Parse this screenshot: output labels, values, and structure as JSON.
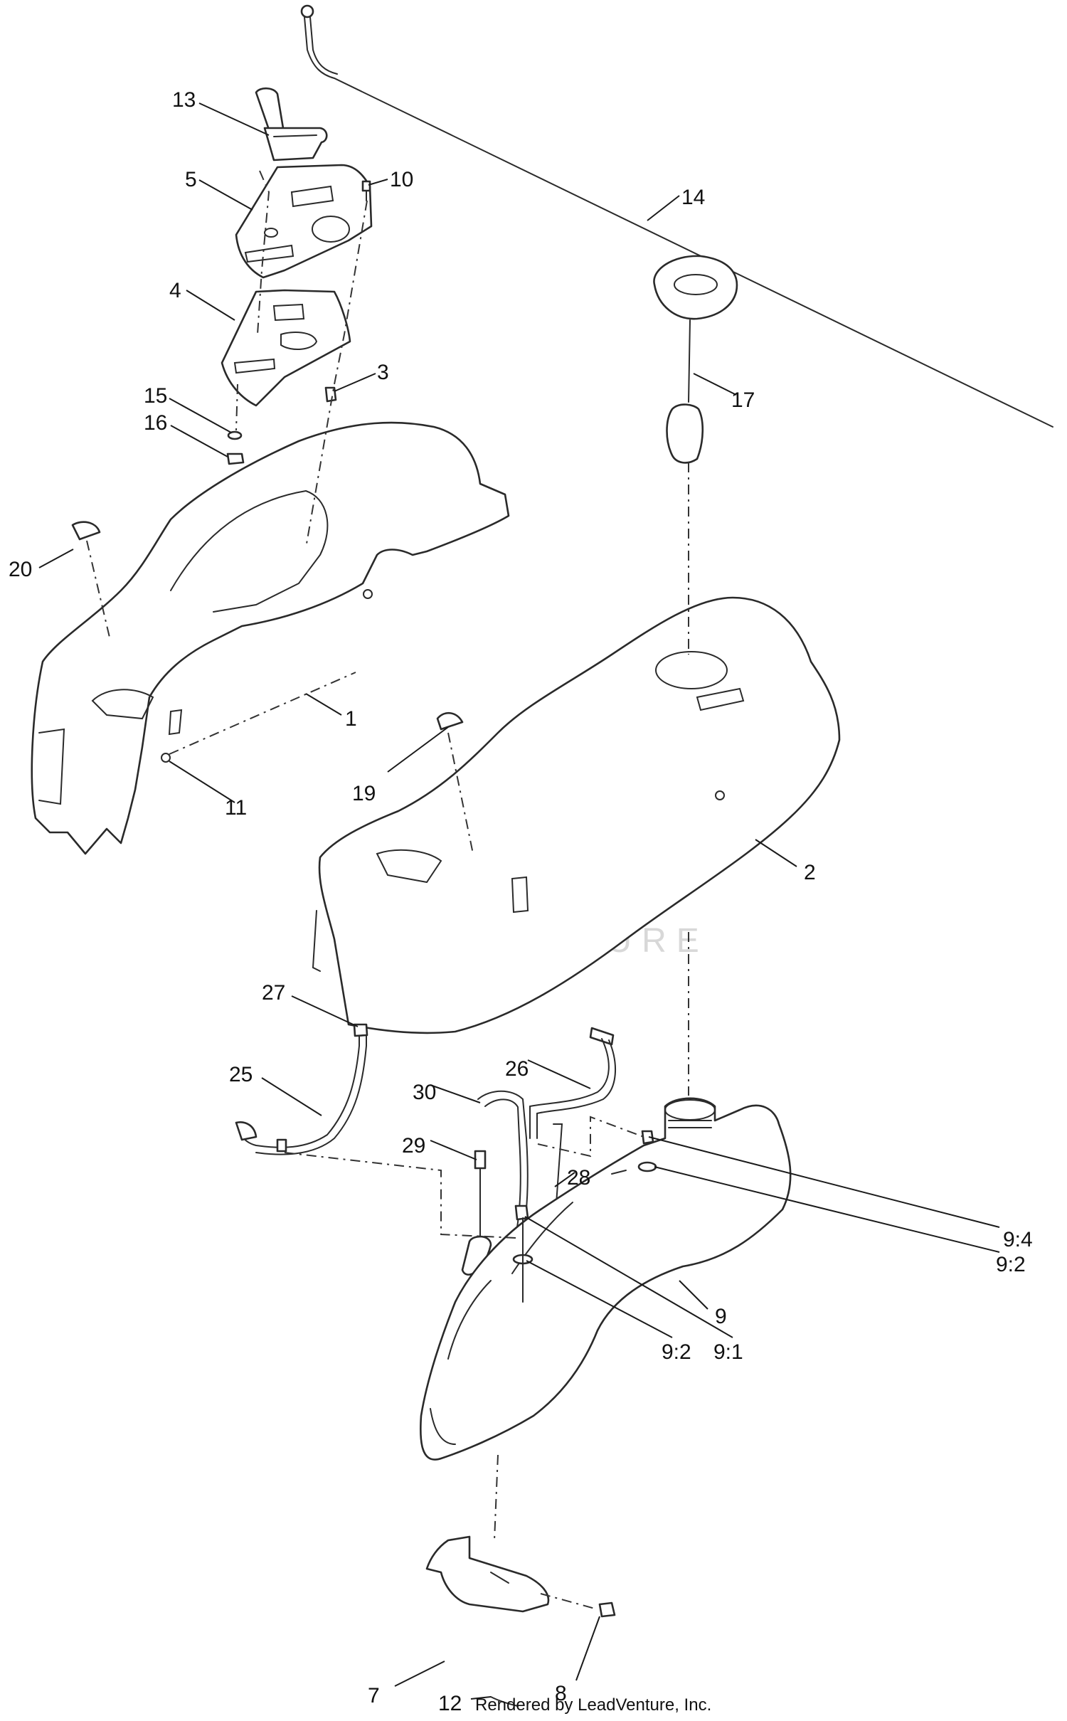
{
  "watermark": {
    "text": "LEADVENTURE"
  },
  "footer": {
    "text": "Rendered by LeadVenture, Inc."
  },
  "callouts": [
    {
      "id": "13",
      "text": "13"
    },
    {
      "id": "5",
      "text": "5"
    },
    {
      "id": "10",
      "text": "10"
    },
    {
      "id": "14",
      "text": "14"
    },
    {
      "id": "4",
      "text": "4"
    },
    {
      "id": "3",
      "text": "3"
    },
    {
      "id": "17",
      "text": "17"
    },
    {
      "id": "15",
      "text": "15"
    },
    {
      "id": "16",
      "text": "16"
    },
    {
      "id": "20",
      "text": "20"
    },
    {
      "id": "1",
      "text": "1"
    },
    {
      "id": "19",
      "text": "19"
    },
    {
      "id": "11",
      "text": "11"
    },
    {
      "id": "2",
      "text": "2"
    },
    {
      "id": "27",
      "text": "27"
    },
    {
      "id": "25",
      "text": "25"
    },
    {
      "id": "26",
      "text": "26"
    },
    {
      "id": "30",
      "text": "30"
    },
    {
      "id": "29",
      "text": "29"
    },
    {
      "id": "28",
      "text": "28"
    },
    {
      "id": "9_4",
      "text": "9:4"
    },
    {
      "id": "9_2a",
      "text": "9:2"
    },
    {
      "id": "9",
      "text": "9"
    },
    {
      "id": "9_2b",
      "text": "9:2"
    },
    {
      "id": "9_1",
      "text": "9:1"
    },
    {
      "id": "7",
      "text": "7"
    },
    {
      "id": "8",
      "text": "8"
    },
    {
      "id": "12",
      "text": "12"
    }
  ]
}
